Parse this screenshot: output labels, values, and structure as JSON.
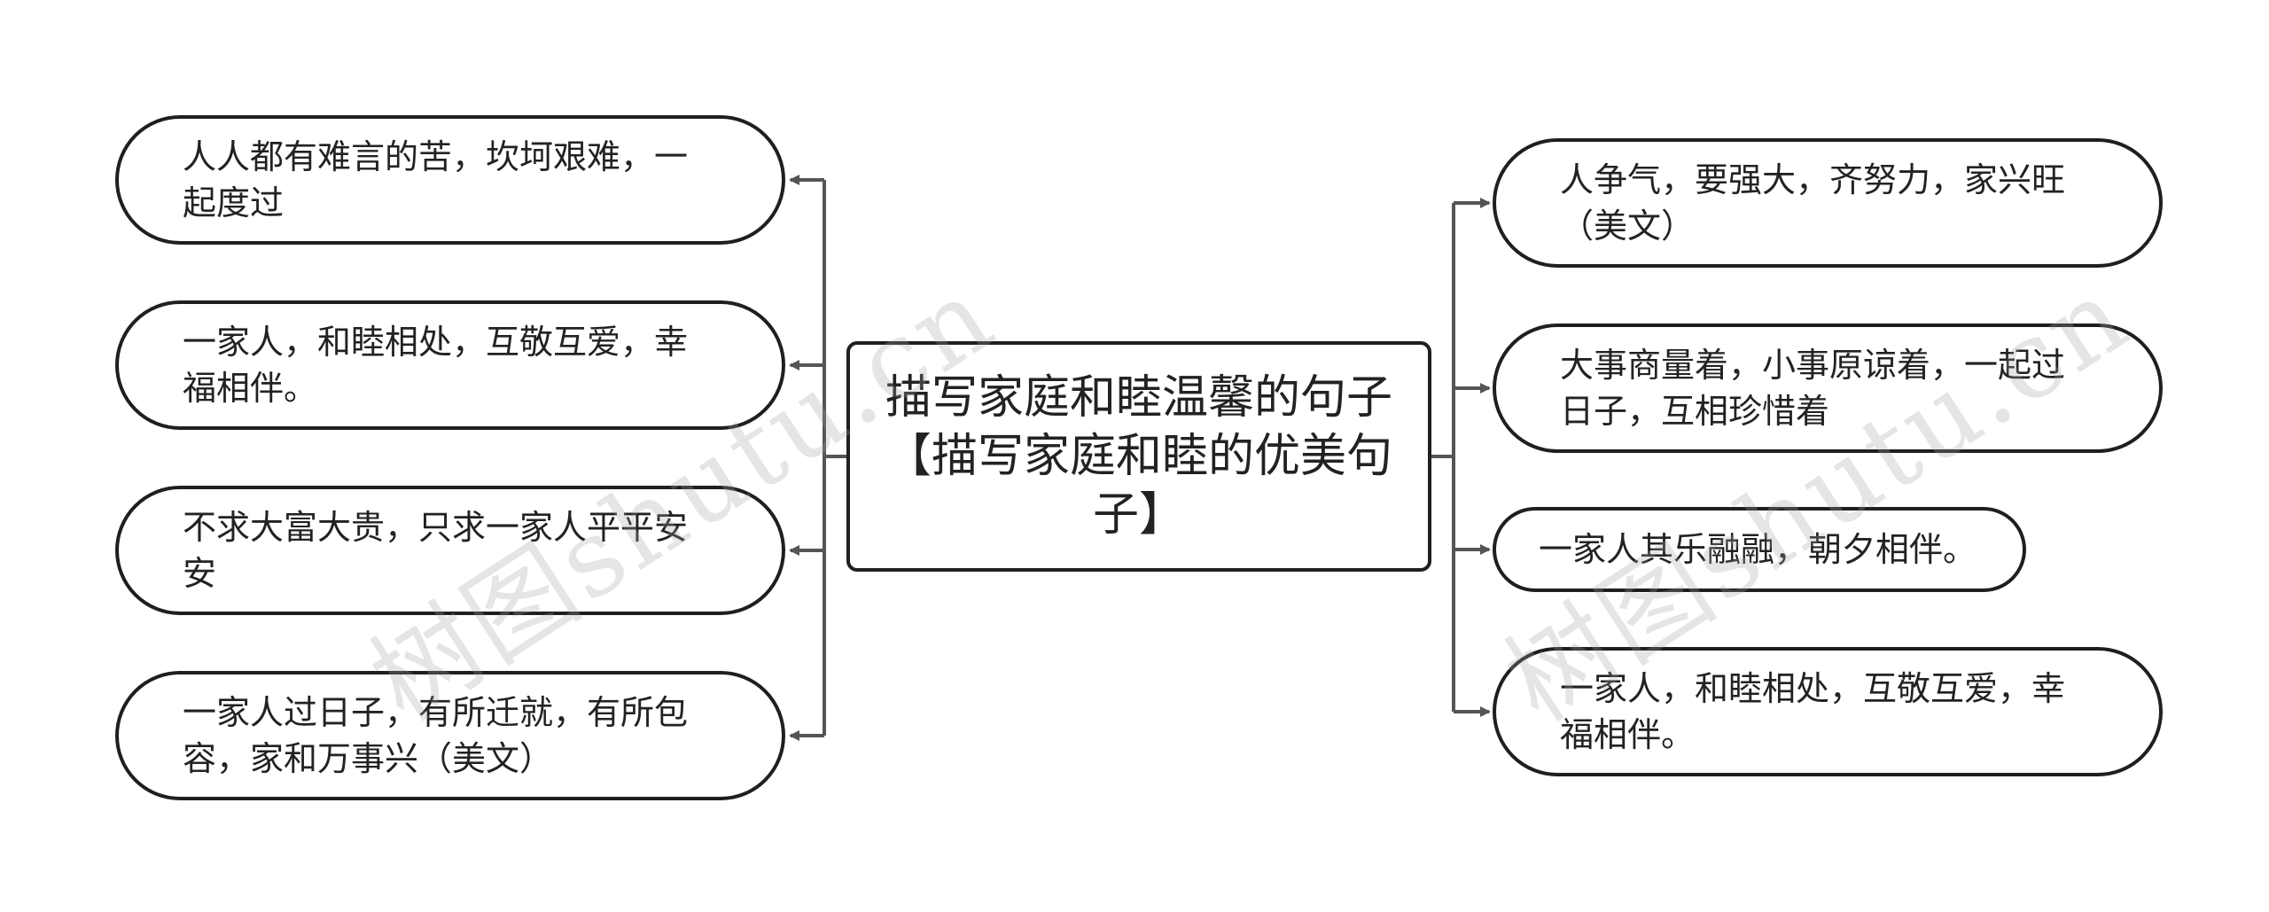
{
  "root": {
    "text": "描写家庭和睦温馨的句子【描写家庭和睦的优美句子】"
  },
  "left_branches": [
    {
      "text": "人人都有难言的苦，坎坷艰难，一起度过"
    },
    {
      "text": "一家人，和睦相处，互敬互爱，幸福相伴。"
    },
    {
      "text": "不求大富大贵，只求一家人平平安安"
    },
    {
      "text": "一家人过日子，有所迁就，有所包容，家和万事兴（美文）"
    }
  ],
  "right_branches": [
    {
      "text": "人争气，要强大，齐努力，家兴旺（美文）"
    },
    {
      "text": "大事商量着，小事原谅着，一起过日子，互相珍惜着"
    },
    {
      "text": "一家人其乐融融，朝夕相伴。"
    },
    {
      "text": "一家人，和睦相处，互敬互爱，幸福相伴。"
    }
  ],
  "watermarks": [
    "树图shutu.cn",
    "树图shutu.cn"
  ],
  "colors": {
    "border": "#1f1f1f",
    "connector": "#555555",
    "text": "#222222"
  }
}
